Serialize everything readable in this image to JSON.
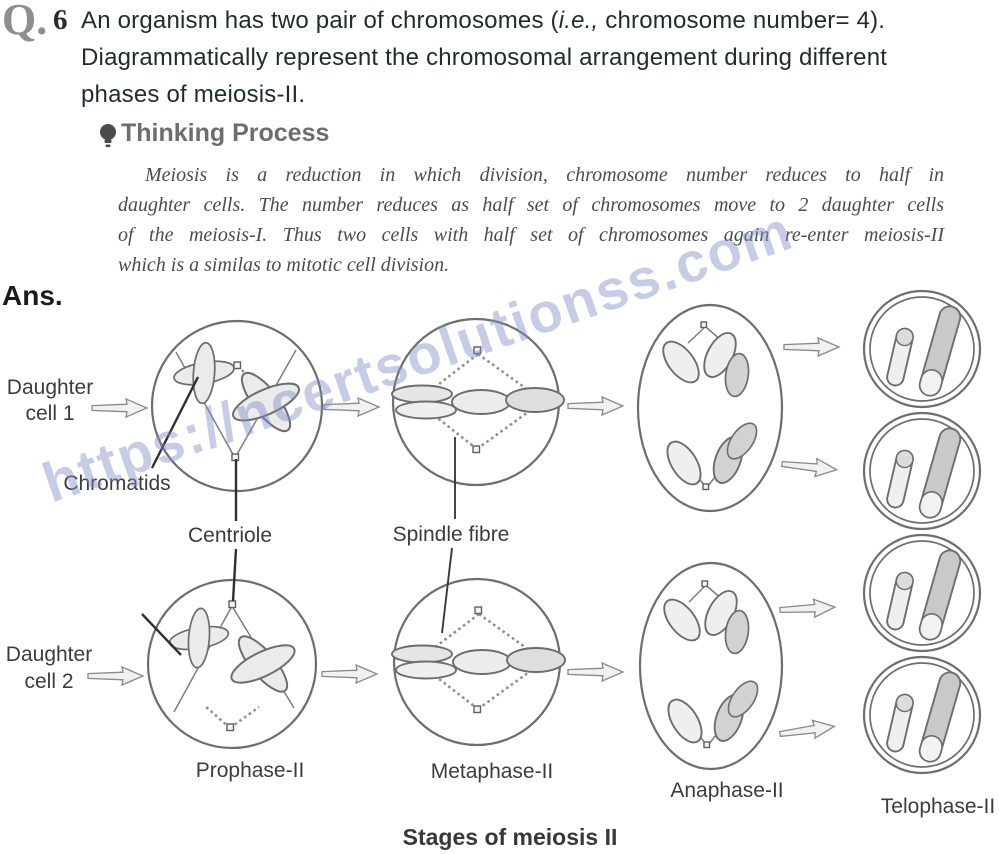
{
  "question": {
    "q_label": "Q.",
    "q_number": "6",
    "line1_pre": "An organism has two pair of chromosomes (",
    "line1_italic": "i.e.,",
    "line1_post": " chromosome number= 4).",
    "line2": "Diagrammatically represent the chromosomal arrangement during different",
    "line3": "phases of meiosis-II."
  },
  "thinking": {
    "title": "Thinking Process",
    "line1": "Meiosis is a reduction  in which division, chromosome number reduces to half in",
    "line2": "daughter cells. The number reduces as half set of chromosomes move to 2 daughter cells",
    "line3": "of the meiosis-I. Thus two cells with half set of chromosomes again re-enter meiosis-II",
    "line4": "which is a similas  to mitotic cell division."
  },
  "answer": {
    "label": "Ans."
  },
  "diagram": {
    "labels": {
      "daughter1_l1": "Daughter",
      "daughter1_l2": "cell 1",
      "daughter2_l1": "Daughter",
      "daughter2_l2": "cell 2",
      "chromatids": "Chromatids",
      "centriole": "Centriole",
      "spindle_fibre": "Spindle fibre",
      "prophase": "Prophase-II",
      "metaphase": "Metaphase-II",
      "anaphase": "Anaphase-II",
      "telophase": "Telophase-II",
      "caption": "Stages of meiosis II"
    },
    "stages_order": [
      "Prophase-II",
      "Metaphase-II",
      "Anaphase-II",
      "Telophase-II"
    ],
    "colors": {
      "outline": "#6e6e6e",
      "chromosome_fill": "#ebebeb",
      "chromosome_shaded": "#d2d2d2",
      "label_text": "#3c3c3c"
    }
  },
  "watermark": {
    "text": "https://ncertsolutionss.com",
    "color": "#7e8fc7"
  }
}
